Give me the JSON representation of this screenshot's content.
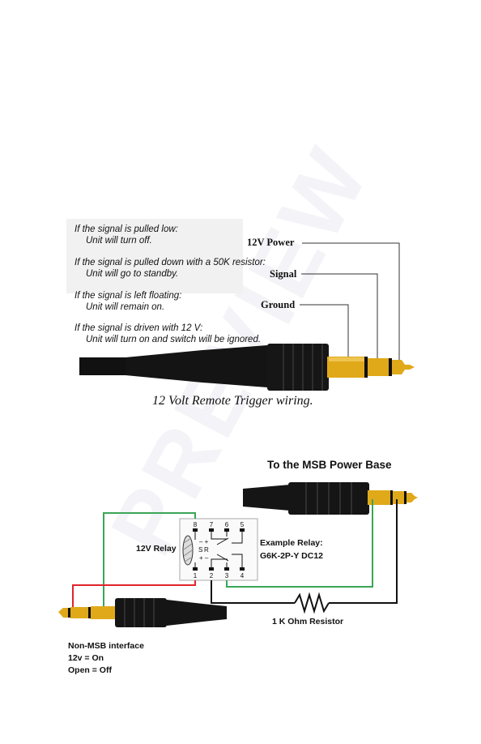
{
  "trigger": {
    "notes": [
      {
        "line1": "If the signal is pulled low:",
        "line2": "Unit will turn off."
      },
      {
        "line1": "If the signal is pulled down with a 50K resistor:",
        "line2": "Unit will go to standby."
      },
      {
        "line1": "If the signal is left floating:",
        "line2": "Unit will remain on."
      },
      {
        "line1": "If the signal is driven with 12 V:",
        "line2": "Unit will turn on and switch will be ignored."
      }
    ],
    "labels": {
      "power": "12V Power",
      "signal": "Signal",
      "ground": "Ground"
    },
    "caption": "12 Volt Remote Trigger wiring."
  },
  "relay_diagram": {
    "title": "To the MSB Power Base",
    "relay_label": "12V Relay",
    "example_label": "Example Relay:",
    "example_part": "G6K-2P-Y DC12",
    "pins_top": [
      "8",
      "7",
      "6",
      "5"
    ],
    "pins_bottom": [
      "1",
      "2",
      "3",
      "4"
    ],
    "coil_symbols": {
      "minus_top": "– +",
      "s": "S",
      "r": "R",
      "plus_bottom": "+ –"
    },
    "resistor_label": "1 K Ohm Resistor",
    "interface_title": "Non-MSB interface",
    "interface_on": "12v = On",
    "interface_off": "Open = Off",
    "colors": {
      "green": "#3aa655",
      "red": "#e0242b",
      "black": "#111111",
      "gold": "#e0a91a"
    }
  }
}
